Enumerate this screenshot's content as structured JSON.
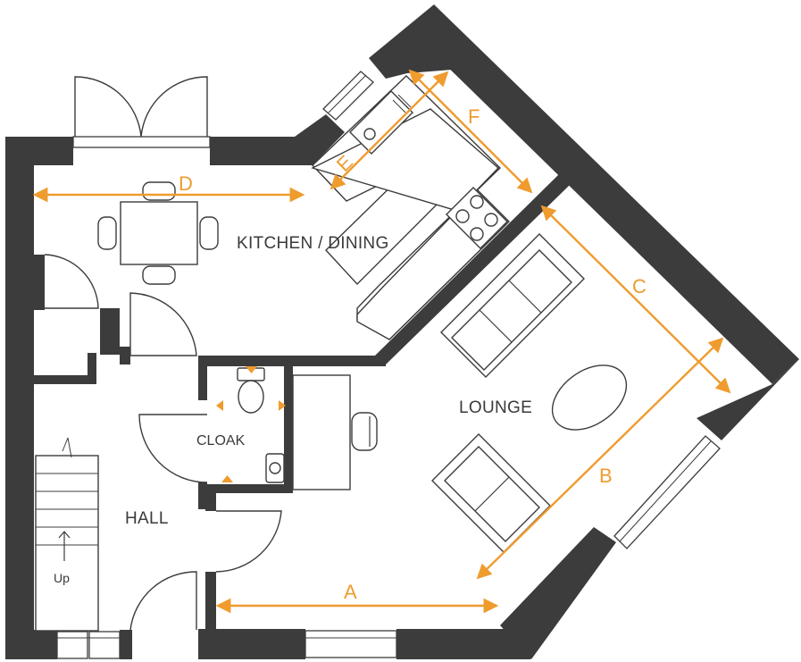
{
  "rooms": {
    "kitchen_dining": "KITCHEN / DINING",
    "lounge": "LOUNGE",
    "cloak": "CLOAK",
    "hall": "HALL"
  },
  "stairs": {
    "label": "Up"
  },
  "dimensions": {
    "a": "A",
    "b": "B",
    "c": "C",
    "d": "D",
    "e": "E",
    "f": "F"
  },
  "colors": {
    "wall": "#3c3c3d",
    "dimension_accent": "#ef9b2e",
    "background": "#ffffff"
  }
}
